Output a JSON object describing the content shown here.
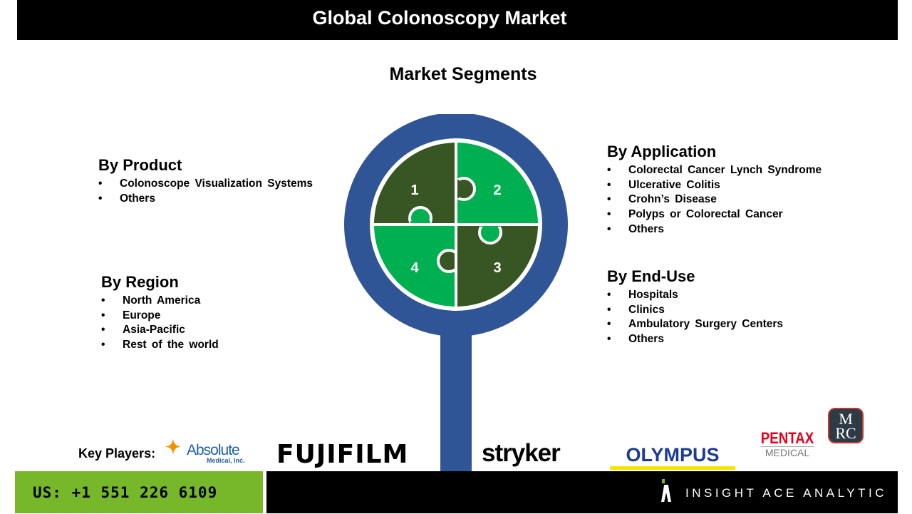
{
  "title": "Global Colonoscopy Market",
  "subtitle": "Market Segments",
  "segments": {
    "product": {
      "heading": "By Product",
      "items": [
        "Colonoscope Visualization Systems",
        "Others"
      ]
    },
    "region": {
      "heading": "By Region",
      "items": [
        "North America",
        "Europe",
        "Asia-Pacific",
        "Rest of the world"
      ]
    },
    "application": {
      "heading": "By Application",
      "items": [
        "Colorectal Cancer Lynch Syndrome",
        "Ulcerative Colitis",
        "Crohn’s Disease",
        "Polyps or Colorectal Cancer",
        "Others"
      ]
    },
    "enduse": {
      "heading": "By End-Use",
      "items": [
        "Hospitals",
        "Clinics",
        "Ambulatory Surgery Centers",
        "Others"
      ]
    }
  },
  "puzzle": {
    "labels": [
      "1",
      "2",
      "3",
      "4"
    ]
  },
  "key_players": {
    "label": "Key Players:",
    "logos": [
      "Absolute",
      "Medical, Inc.",
      "FUJIFILM",
      "stryker",
      "OLYMPUS",
      "PENTAX",
      "MEDICAL",
      "M",
      "RC"
    ]
  },
  "footer": {
    "phone": "US: +1 551 226 6109",
    "brand": "INSIGHT ACE ANALYTIC"
  },
  "colors": {
    "ring": "#2f5597",
    "dark_green": "#375623",
    "green": "#00b050",
    "footer_green": "#76b82a"
  }
}
